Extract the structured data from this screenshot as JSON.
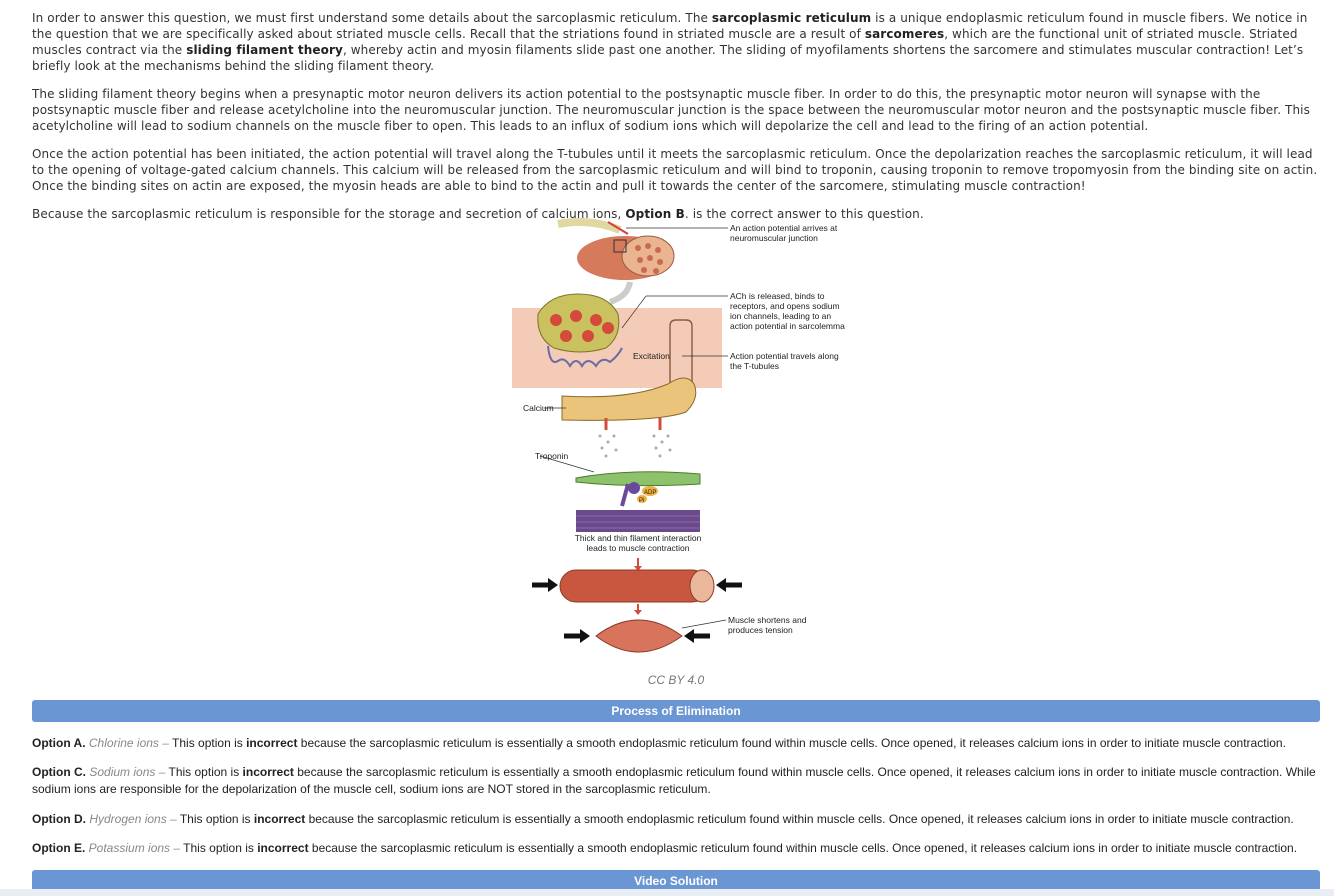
{
  "explanation": {
    "p1": [
      {
        "t": "In order to answer this question, we must first understand some details about the sarcoplasmic reticulum. The ",
        "b": false
      },
      {
        "t": "sarcoplasmic reticulum",
        "b": true
      },
      {
        "t": " is a unique endoplasmic reticulum found in muscle fibers. We notice in the question that we are specifically asked about striated muscle cells. Recall that the striations found in striated muscle are a result of ",
        "b": false
      },
      {
        "t": "sarcomeres",
        "b": true
      },
      {
        "t": ", which are the functional unit of striated muscle. Striated muscles contract via the ",
        "b": false
      },
      {
        "t": "sliding filament theory",
        "b": true
      },
      {
        "t": ", whereby actin and myosin filaments slide past one another. The sliding of myofilaments shortens the sarcomere and stimulates muscular contraction! Let’s briefly look at the mechanisms behind the sliding filament theory.",
        "b": false
      }
    ],
    "p2": "The sliding filament theory begins when a presynaptic motor neuron delivers its action potential to the postsynaptic muscle fiber. In order to do this, the presynaptic motor neuron will synapse with the postsynaptic muscle fiber and release acetylcholine into the neuromuscular junction. The neuromuscular junction is the space between the neuromuscular motor neuron and the postsynaptic muscle fiber. This acetylcholine will lead to sodium channels on the muscle fiber to open. This leads to an influx of sodium ions which will depolarize the cell and lead to the firing of an action potential.",
    "p3": "Once the action potential has been initiated, the action potential will travel along the T-tubules until it meets the sarcoplasmic reticulum. Once the depolarization reaches the sarcoplasmic reticulum, it will lead to the opening of voltage-gated calcium channels. This calcium will be released from the sarcoplasmic reticulum and will bind to troponin, causing troponin to remove tropomyosin from the binding site on actin. Once the binding sites on actin are exposed, the myosin heads are able to bind to the actin and pull it towards the center of the sarcomere, stimulating muscle contraction!",
    "p4_prefix": "Because the sarcoplasmic reticulum is responsible for the storage and secretion of calcium ions, ",
    "p4_bold": "Option B",
    "p4_suffix": ". is the correct answer to this question."
  },
  "figure": {
    "label_ap_arrives_1": "An action potential arrives at",
    "label_ap_arrives_2": "neuromuscular junction",
    "label_ach_1": "ACh is released, binds to",
    "label_ach_2": "receptors, and opens sodium",
    "label_ach_3": "ion channels, leading to an",
    "label_ach_4": "action potential in sarcolemma",
    "label_excitation": "Excitation",
    "label_ttubules_1": "Action potential travels along",
    "label_ttubules_2": "the T-tubules",
    "label_calcium": "Calcium",
    "label_troponin": "Troponin",
    "label_adp": "ADP",
    "label_pi": "Pi",
    "label_interaction_1": "Thick and thin filament interaction",
    "label_interaction_2": "leads to muscle contraction",
    "label_shortens_1": "Muscle shortens and",
    "label_shortens_2": "produces tension",
    "caption": "CC BY 4.0"
  },
  "elimination": {
    "header": "Process of Elimination",
    "incorrect_word": "incorrect",
    "options": [
      {
        "label": "Option A.",
        "name": "Chlorine ions –",
        "pre": " This option is ",
        "post": " because the sarcoplasmic reticulum is essentially a smooth endoplasmic reticulum found within muscle cells. Once opened, it releases calcium ions in order to initiate muscle contraction."
      },
      {
        "label": "Option C.",
        "name": "Sodium ions –",
        "pre": " This option is ",
        "post": " because the sarcoplasmic reticulum is essentially a smooth endoplasmic reticulum found within muscle cells. Once opened, it releases calcium ions in order to initiate muscle contraction. While sodium ions are responsible for the depolarization of the muscle cell, sodium ions are NOT stored in the sarcoplasmic reticulum."
      },
      {
        "label": "Option D.",
        "name": "Hydrogen ions –",
        "pre": " This option is ",
        "post": " because the sarcoplasmic reticulum is essentially a smooth endoplasmic reticulum found within muscle cells. Once opened, it releases calcium ions in order to initiate muscle contraction."
      },
      {
        "label": "Option E.",
        "name": "Potassium ions –",
        "pre": " This option is ",
        "post": " because the sarcoplasmic reticulum is essentially a smooth endoplasmic reticulum found within muscle cells. Once opened, it releases calcium ions in order to initiate muscle contraction."
      }
    ]
  },
  "video": {
    "header": "Video Solution"
  }
}
